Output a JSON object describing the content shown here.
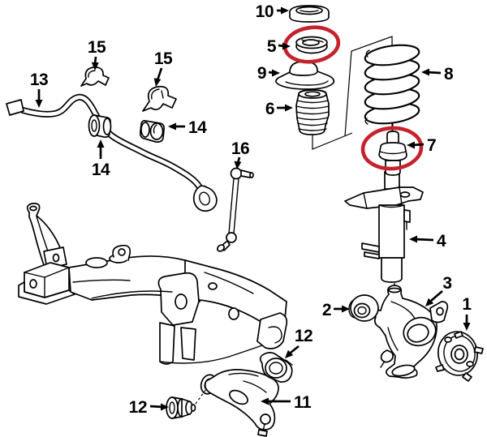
{
  "diagram": {
    "background_color": "#ffffff",
    "line_color": "#000000",
    "highlight": {
      "color": "#c5222d",
      "circled_callouts": [
        "5",
        "7"
      ]
    },
    "callout_labels": {
      "1": "1",
      "2": "2",
      "3": "3",
      "4": "4",
      "5": "5",
      "6": "6",
      "7": "7",
      "8": "8",
      "9": "9",
      "10": "10",
      "11": "11",
      "12": "12",
      "13": "13",
      "14": "14",
      "15": "15",
      "16": "16"
    }
  }
}
